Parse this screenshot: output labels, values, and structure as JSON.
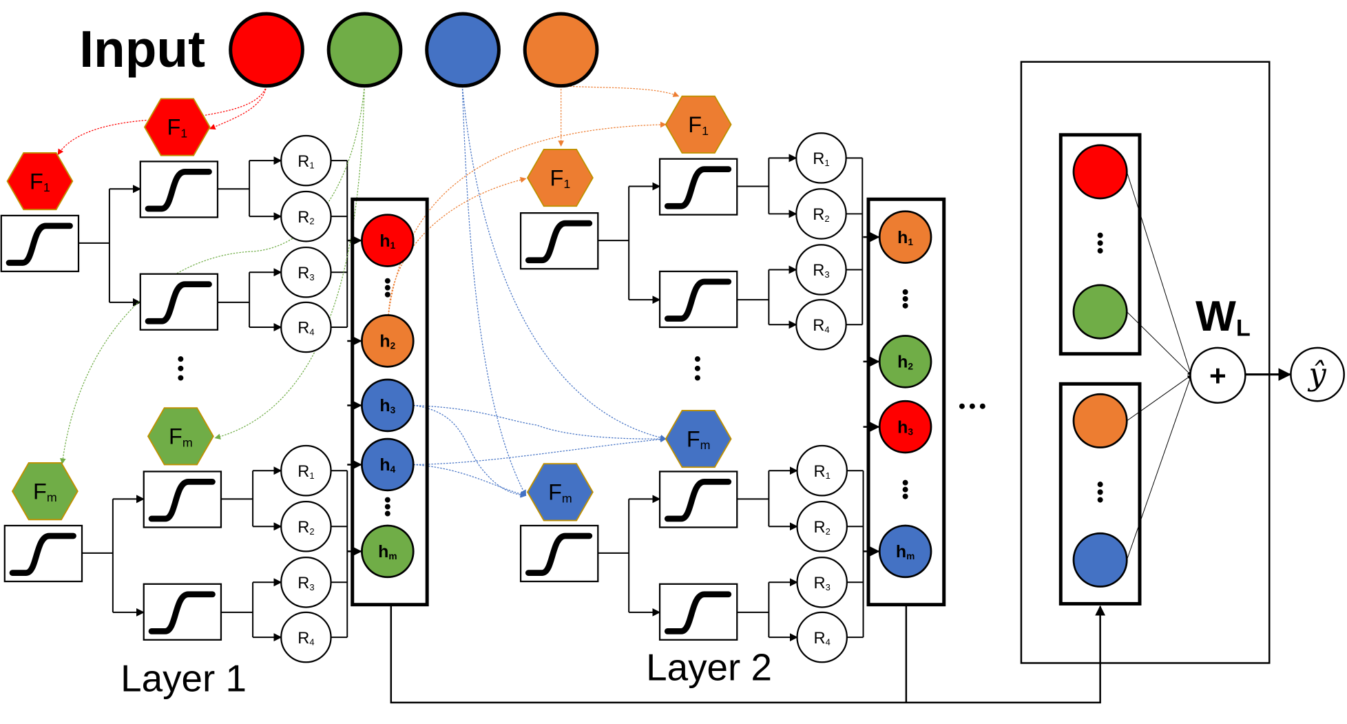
{
  "colors": {
    "red": "#ff0000",
    "green": "#70ad47",
    "blue": "#4472c4",
    "orange": "#ed7d31",
    "hex_border": "#bf9000"
  },
  "input": {
    "label": "Input",
    "nodes": [
      "red",
      "green",
      "blue",
      "orange"
    ]
  },
  "rules": [
    {
      "name": "R",
      "sub": "1"
    },
    {
      "name": "R",
      "sub": "2"
    },
    {
      "name": "R",
      "sub": "3"
    },
    {
      "name": "R",
      "sub": "4"
    }
  ],
  "layers": [
    {
      "label": "Layer 1",
      "filter_top": {
        "name": "F",
        "sub": "1",
        "color": "red"
      },
      "filter_bottom": {
        "name": "F",
        "sub": "m",
        "color": "green"
      },
      "hidden": [
        {
          "name": "h",
          "sub": "1",
          "color": "red"
        },
        {
          "name": "h",
          "sub": "2",
          "color": "orange"
        },
        {
          "name": "h",
          "sub": "3",
          "color": "blue"
        },
        {
          "name": "h",
          "sub": "4",
          "color": "blue"
        },
        {
          "name": "h",
          "sub": "m",
          "color": "green"
        }
      ]
    },
    {
      "label": "Layer 2",
      "filter_top": {
        "name": "F",
        "sub": "1",
        "color": "orange"
      },
      "filter_bottom": {
        "name": "F",
        "sub": "m",
        "color": "blue"
      },
      "hidden": [
        {
          "name": "h",
          "sub": "1",
          "color": "orange"
        },
        {
          "name": "h",
          "sub": "2",
          "color": "green"
        },
        {
          "name": "h",
          "sub": "3",
          "color": "red"
        },
        {
          "name": "h",
          "sub": "m",
          "color": "blue"
        }
      ]
    }
  ],
  "output": {
    "weight": {
      "name": "W",
      "sub": "L"
    },
    "sum_symbol": "+",
    "prediction": "ŷ",
    "groups": [
      [
        "red",
        "green"
      ],
      [
        "orange",
        "blue"
      ]
    ]
  }
}
